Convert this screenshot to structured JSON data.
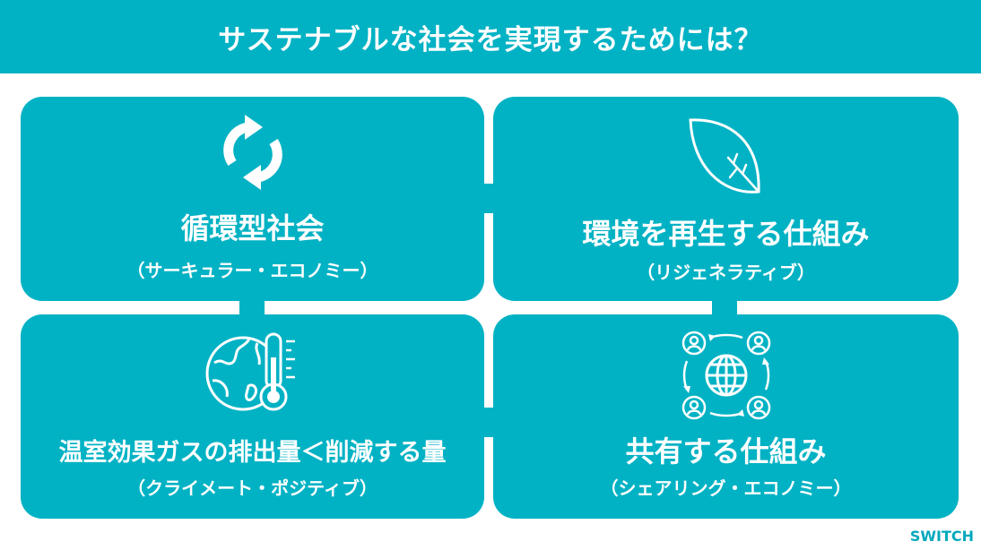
{
  "header": {
    "title": "サステナブルな社会を実現するためには？"
  },
  "cards": [
    {
      "icon": "recycle-arrows-icon",
      "title": "循環型社会",
      "subtitle": "（サーキュラー・エコノミー）"
    },
    {
      "icon": "leaf-icon",
      "title": "環境を再生する仕組み",
      "subtitle": "（リジェネラティブ）"
    },
    {
      "icon": "earth-thermometer-icon",
      "title": "温室効果ガスの排出量＜削減する量",
      "subtitle": "（クライメート・ポジティブ）"
    },
    {
      "icon": "global-sharing-people-icon",
      "title": "共有する仕組み",
      "subtitle": "（シェアリング・エコノミー）"
    }
  ],
  "colors": {
    "primary": "#00B2C4",
    "text": "#FFFFFF",
    "background": "#FFFFFF"
  },
  "logo": {
    "text": "SWITCH"
  }
}
